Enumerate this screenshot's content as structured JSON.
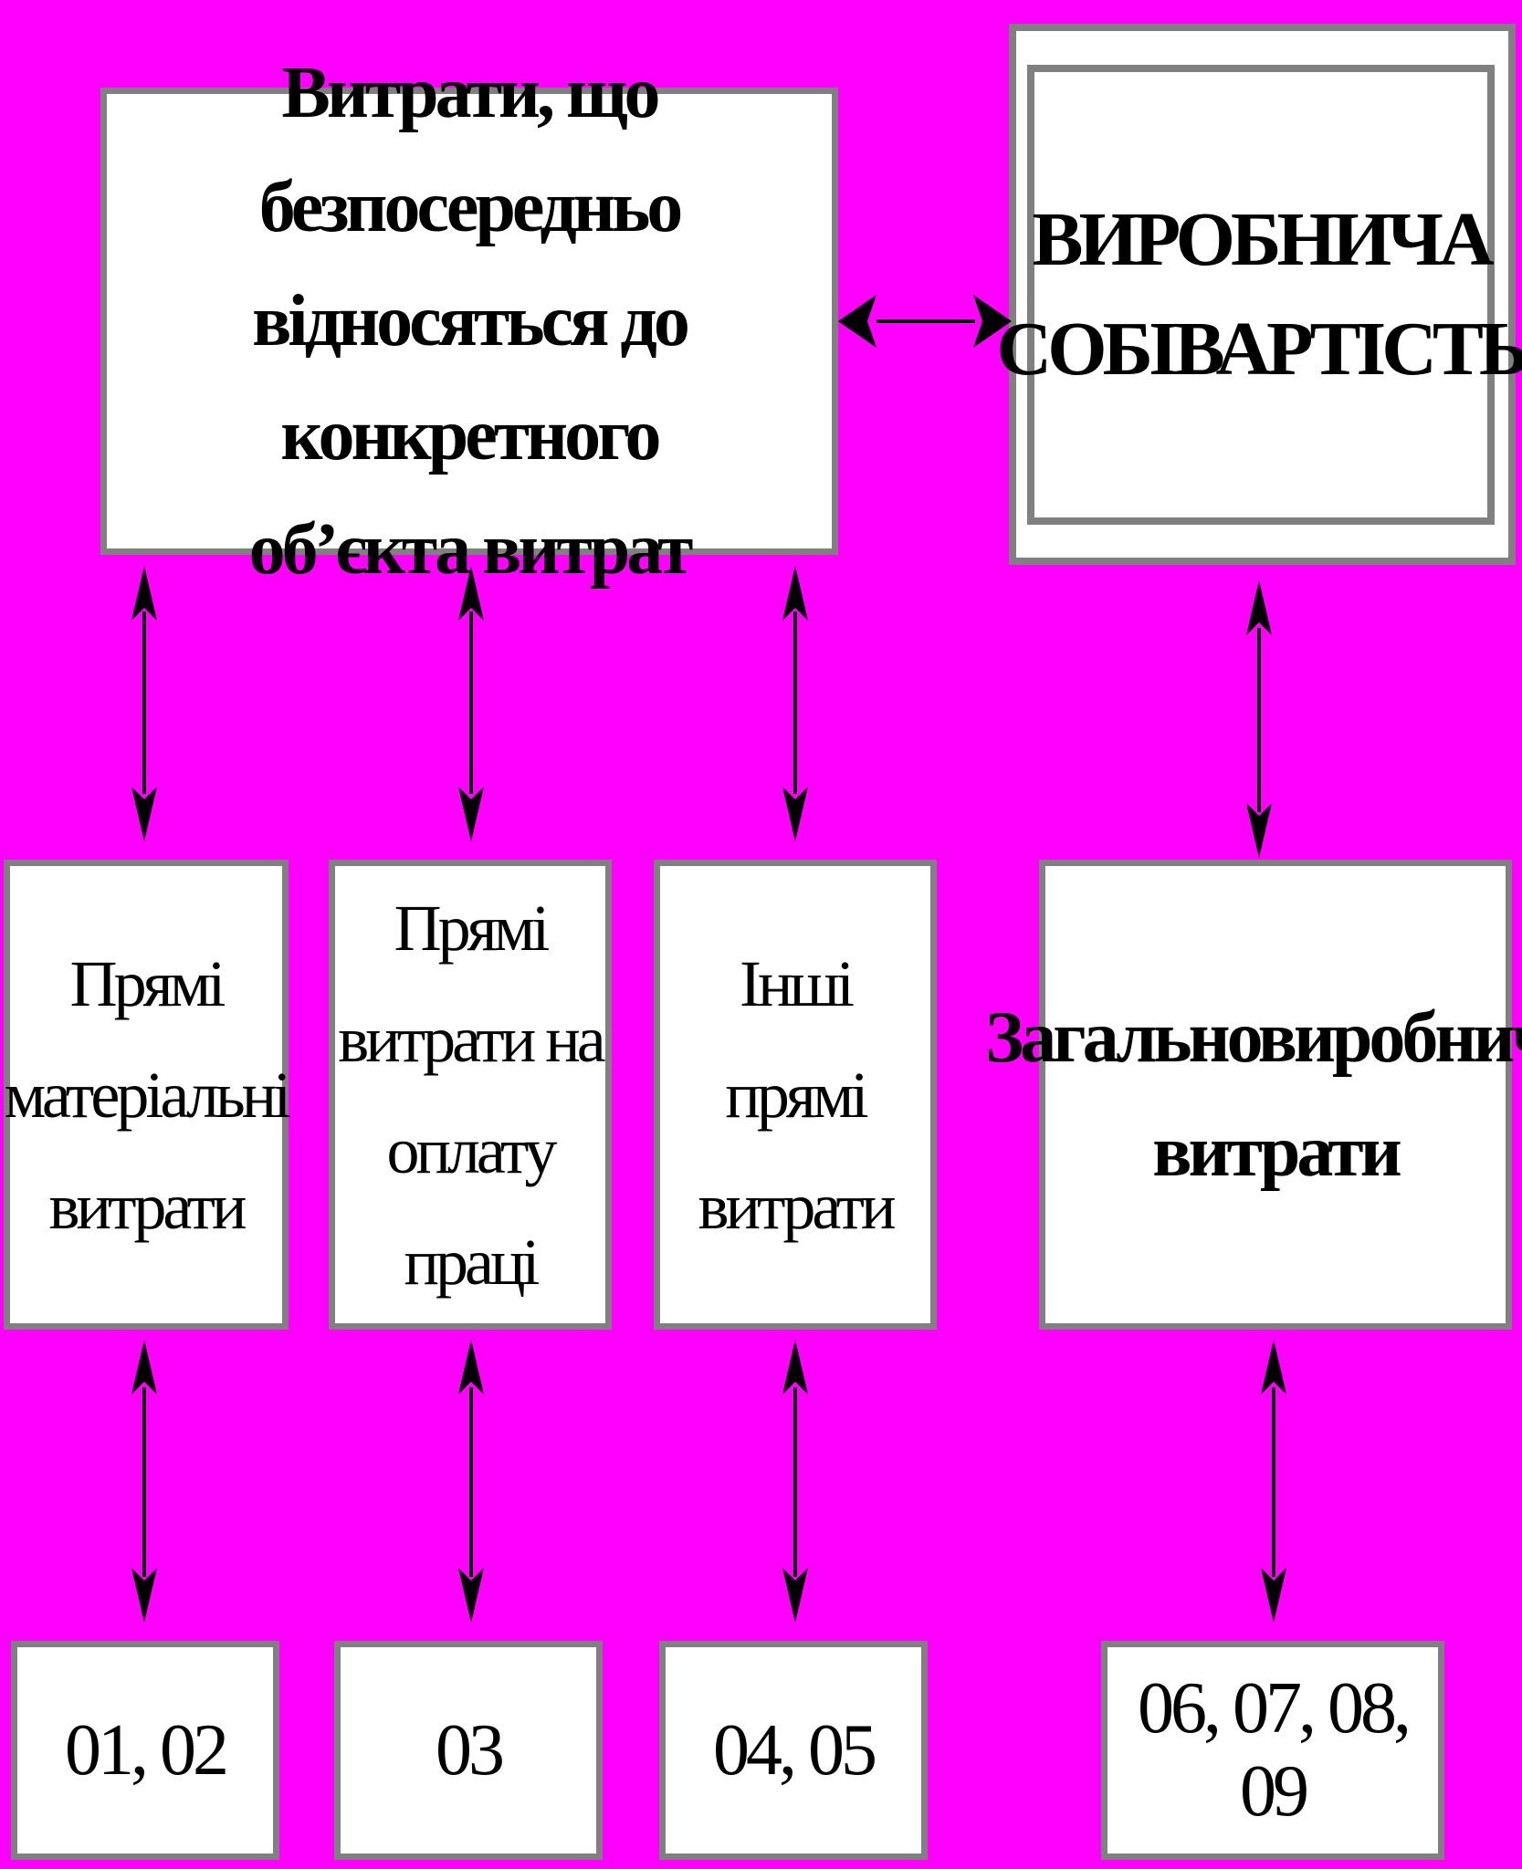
{
  "diagram": {
    "direct_costs": "Витрати, що безпосередньо\nвідносяться до конкретного\nоб’єкта витрат",
    "production_cost": "ВИРОБНИЧА\nСОБІВАРТІСТЬ",
    "categories": [
      "Прямі\nматеріальні\nвитрати",
      "Прямі\nвитрати на\nоплату праці",
      "Інші\nпрямі\nвитрати",
      "Загальновиробничі\nвитрати"
    ],
    "codes": [
      "01, 02",
      "03",
      "04, 05",
      "06, 07, 08, 09"
    ]
  },
  "colors": {
    "background": "#ff00ff",
    "box_fill": "#ffffff",
    "box_border": "#808080",
    "text": "#000000",
    "arrow": "#000000"
  }
}
